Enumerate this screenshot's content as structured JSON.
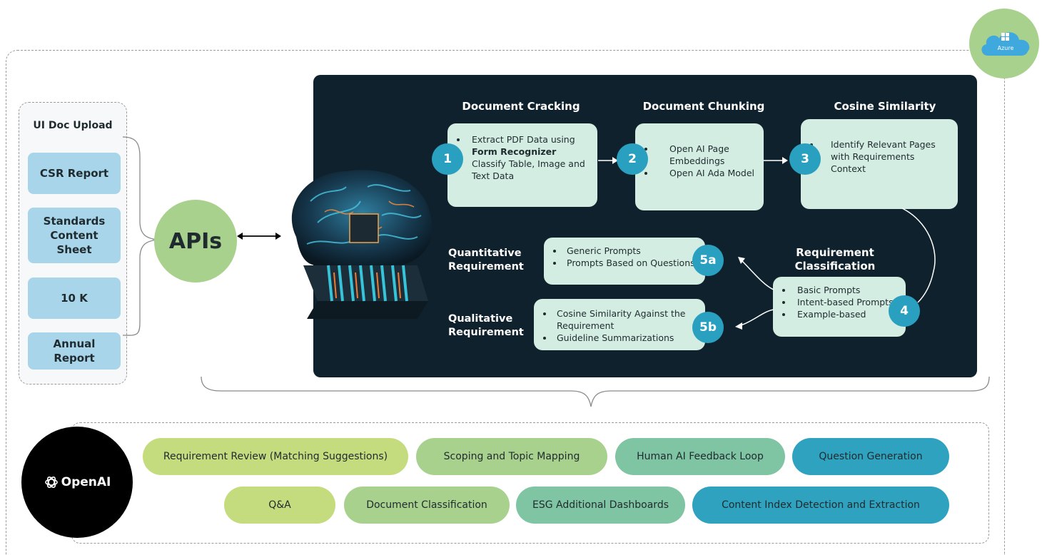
{
  "azure": {
    "label": "Azure",
    "color": "#a9d18e",
    "cloud_color": "#3fa8dc",
    "icon": "windows-cloud-icon"
  },
  "upload": {
    "title": "UI Doc Upload",
    "items": [
      {
        "label": "CSR Report"
      },
      {
        "label": "Standards\nContent\nSheet"
      },
      {
        "label": "10 K"
      },
      {
        "label": "Annual\nReport"
      }
    ]
  },
  "apis": {
    "label": "APIs"
  },
  "pipeline": {
    "stages": [
      {
        "title": "Document Cracking",
        "number": "1",
        "bullets": [
          "Extract PDF Data using ",
          "Classify Table, Image and Text Data"
        ],
        "bold_text": "Form Recognizer"
      },
      {
        "title": "Document Chunking",
        "number": "2",
        "bullets": [
          "Open AI Page Embeddings",
          "Open AI Ada Model"
        ]
      },
      {
        "title": "Cosine Similarity",
        "number": "3",
        "bullets": [
          "Identify Relevant Pages with Requirements Context"
        ]
      }
    ],
    "classification": {
      "title": "Requirement Classification",
      "number": "4",
      "bullets": [
        "Basic Prompts",
        "Intent-based Prompts",
        "Example-based"
      ]
    },
    "quantitative": {
      "label": "Quantitative Requirement",
      "number": "5a",
      "bullets": [
        "Generic Prompts",
        "Prompts Based on Questions"
      ]
    },
    "qualitative": {
      "label": "Qualitative Requirement",
      "number": "5b",
      "bullets": [
        "Cosine Similarity Against the Requirement",
        "Guideline Summarizations"
      ]
    }
  },
  "openai": {
    "logo_text": "OpenAI",
    "row1": [
      {
        "label": "Requirement Review (Matching Suggestions)",
        "color": "#c5dc7e"
      },
      {
        "label": "Scoping and Topic Mapping",
        "color": "#a9d18e"
      },
      {
        "label": "Human AI Feedback Loop",
        "color": "#7fc4a3"
      },
      {
        "label": "Question Generation",
        "color": "#2ea2bf"
      }
    ],
    "row2": [
      {
        "label": "Q&A",
        "color": "#c5dc7e"
      },
      {
        "label": "Document Classification",
        "color": "#a9d18e"
      },
      {
        "label": "ESG Additional Dashboards",
        "color": "#7fc4a3"
      },
      {
        "label": "Content Index Detection and Extraction",
        "color": "#2ea2bf"
      }
    ]
  },
  "colors": {
    "panel": "#0f212c",
    "card": "#d3ede3",
    "badge": "#2aa0c0"
  }
}
